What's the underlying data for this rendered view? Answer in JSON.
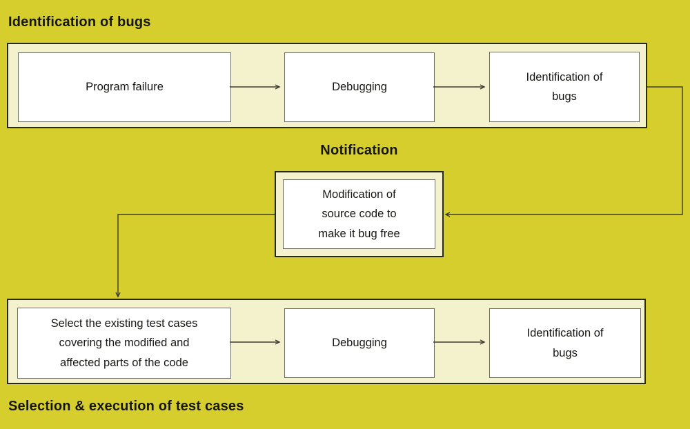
{
  "colors": {
    "background": "#d5ce2c",
    "panel": "#f4f2cd",
    "panel_border": "#2a2a18",
    "box_bg": "#ffffff",
    "box_border": "#6a6a60",
    "text": "#161613",
    "arrow": "#3b3b32"
  },
  "sections": {
    "identification": {
      "title": "Identification of bugs",
      "boxes": [
        {
          "label": "Program failure"
        },
        {
          "label": "Debugging"
        },
        {
          "label": "Identification of\nbugs"
        }
      ]
    },
    "notification": {
      "title": "Notification",
      "box": {
        "label": "Modification of\nsource code to\nmake it bug free"
      }
    },
    "selection": {
      "title": "Selection & execution of test cases",
      "boxes": [
        {
          "label": "Select the existing test cases\ncovering the modified and\naffected parts of the code"
        },
        {
          "label": "Debugging"
        },
        {
          "label": "Identification of\nbugs"
        }
      ]
    }
  }
}
